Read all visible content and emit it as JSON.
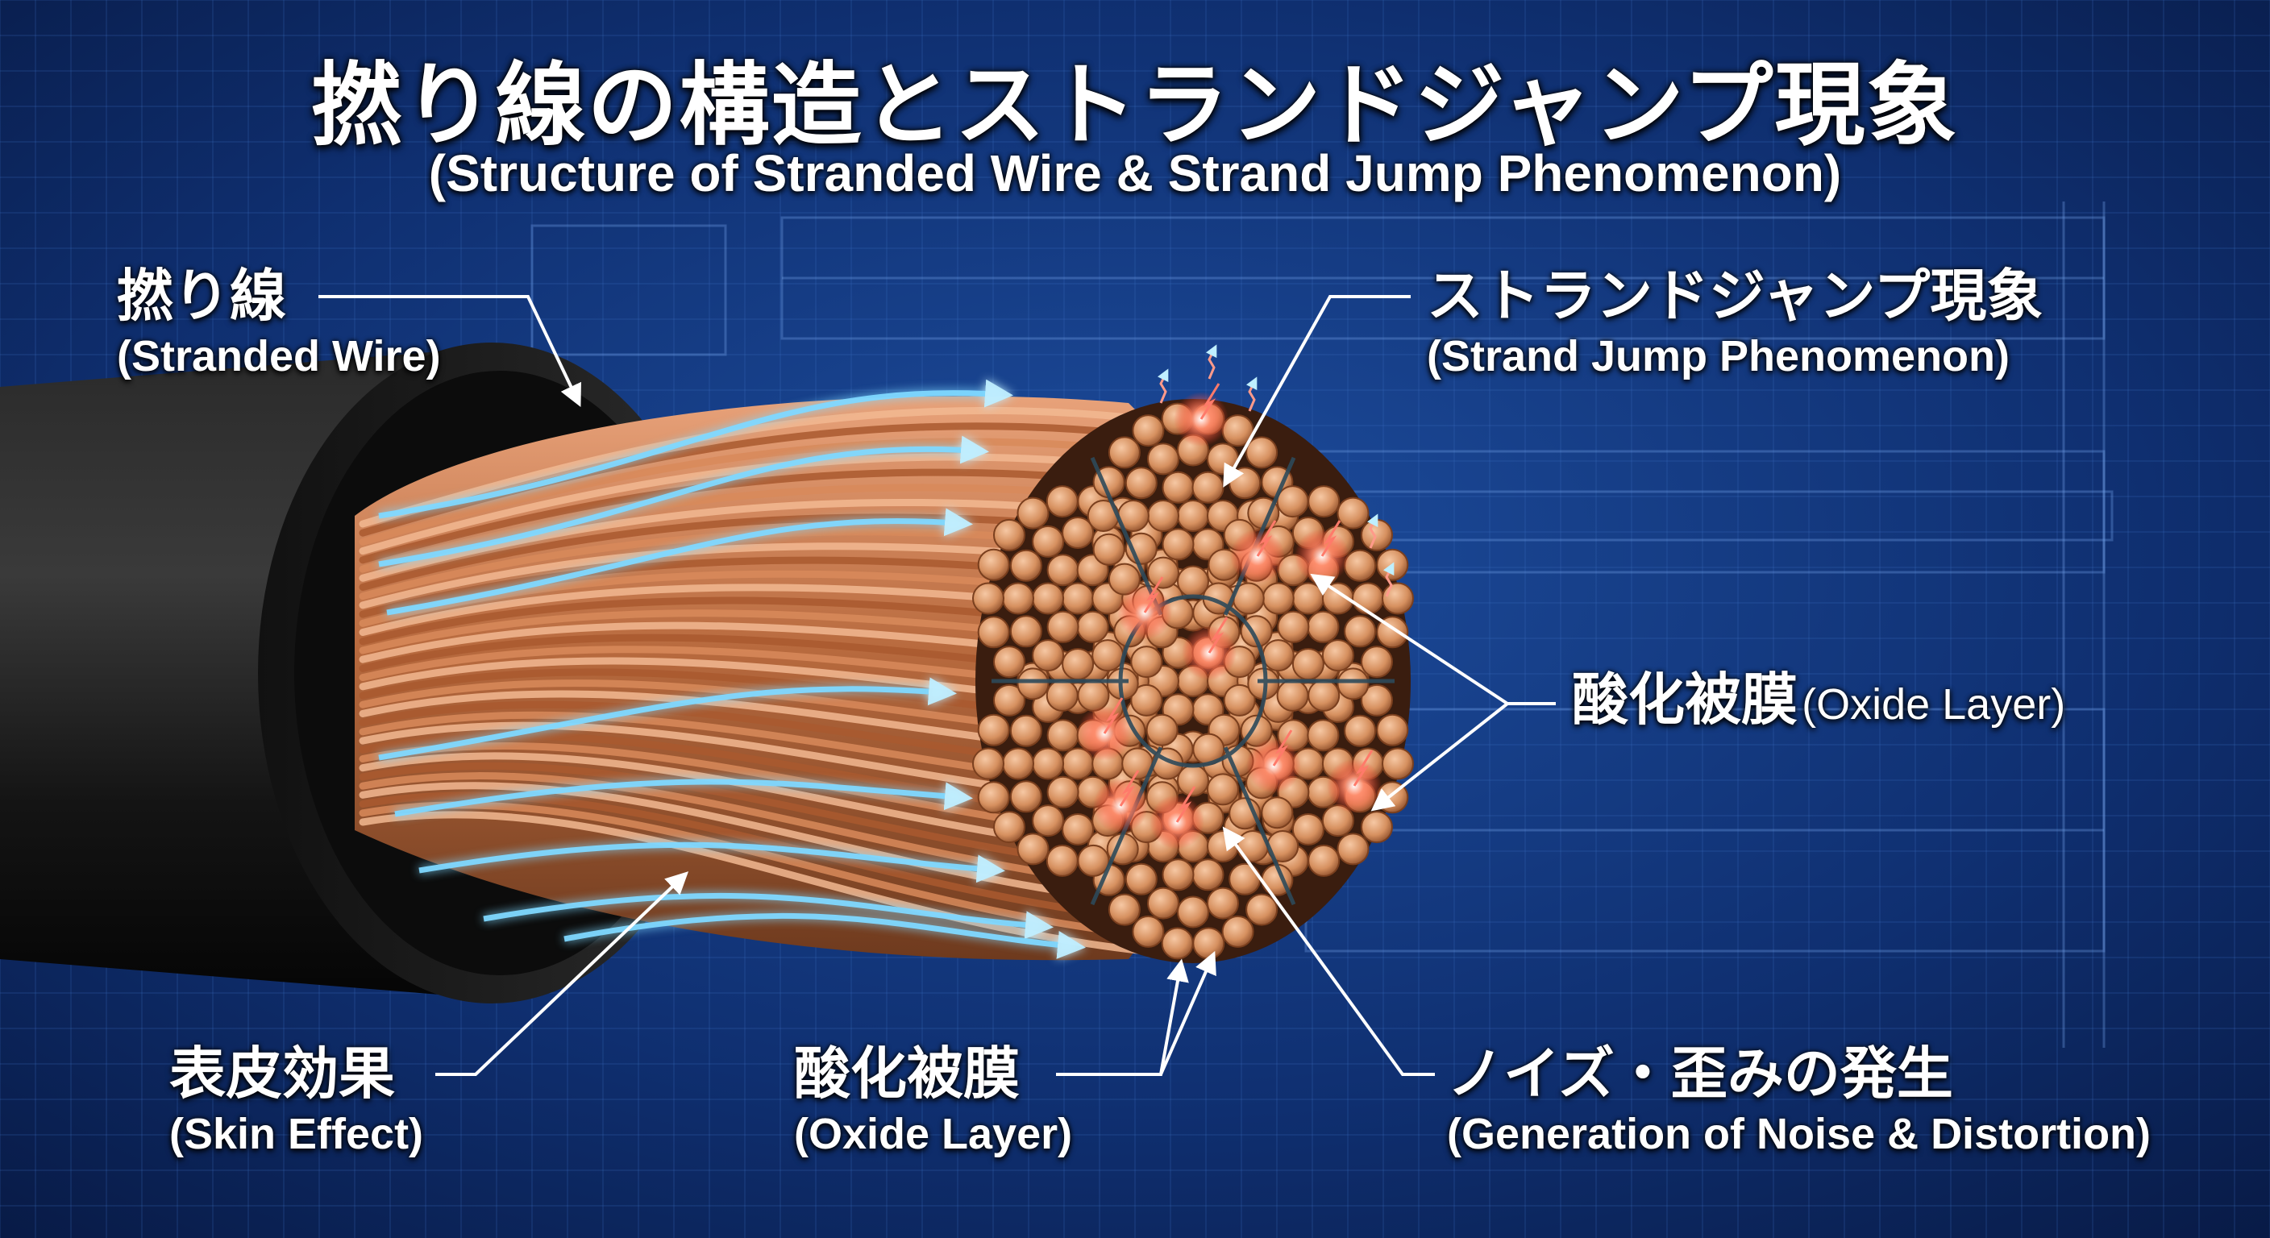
{
  "title": {
    "jp": "撚り線の構造とストランドジャンプ現象",
    "en": "(Structure of Stranded Wire & Strand Jump Phenomenon)"
  },
  "labels": {
    "stranded_wire": {
      "jp": "撚り線",
      "en": "(Stranded Wire)"
    },
    "strand_jump": {
      "jp": "ストランドジャンプ現象",
      "en": "(Strand Jump Phenomenon)"
    },
    "oxide_layer_right": {
      "jp": "酸化被膜",
      "en": "(Oxide Layer)"
    },
    "skin_effect": {
      "jp": "表皮効果",
      "en": "(Skin Effect)"
    },
    "oxide_layer_bottom": {
      "jp": "酸化被膜",
      "en": "(Oxide Layer)"
    },
    "noise_distortion": {
      "jp": "ノイズ・歪みの発生",
      "en": "(Generation of Noise & Distortion)"
    }
  },
  "colors": {
    "background": "#0d2a66",
    "grid": "#3b6fc4",
    "jacket": "#1a1a1a",
    "copper": "#c77a4a",
    "copper_light": "#f0b48c",
    "current_flow": "#7fd8ff",
    "spark": "#ff5a4a",
    "label_text": "#ffffff"
  }
}
